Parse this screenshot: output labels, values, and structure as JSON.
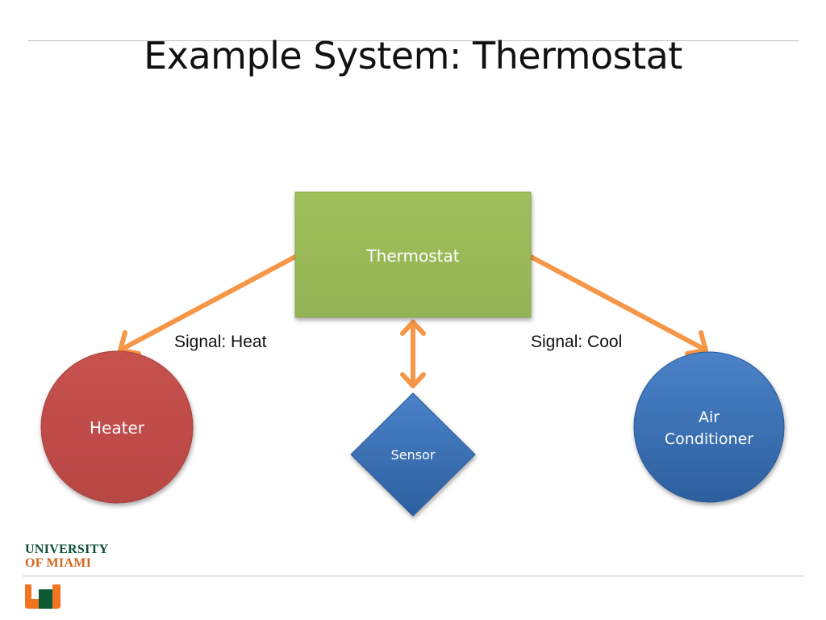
{
  "slide": {
    "title": "Example System: Thermostat"
  },
  "diagram": {
    "nodes": {
      "thermostat": {
        "label": "Thermostat",
        "color": "#9bbb59"
      },
      "heater": {
        "label": "Heater",
        "color": "#c0504d"
      },
      "sensor": {
        "label": "Sensor",
        "color": "#3a6fb5"
      },
      "air_conditioner": {
        "label_line1": "Air",
        "label_line2": "Conditioner",
        "color": "#3a6fb5"
      }
    },
    "edges": {
      "to_heater": {
        "label": "Signal: Heat",
        "color": "#f79646",
        "direction": "thermostat-to-heater"
      },
      "to_ac": {
        "label": "Signal: Cool",
        "color": "#f79646",
        "direction": "thermostat-to-air-conditioner"
      },
      "sensor_link": {
        "color": "#f79646",
        "direction": "bidirectional"
      }
    }
  },
  "logo": {
    "line1": "UNIVERSITY",
    "line2": "OF MIAMI",
    "green": "#0b4f2f",
    "orange": "#d4641a"
  }
}
